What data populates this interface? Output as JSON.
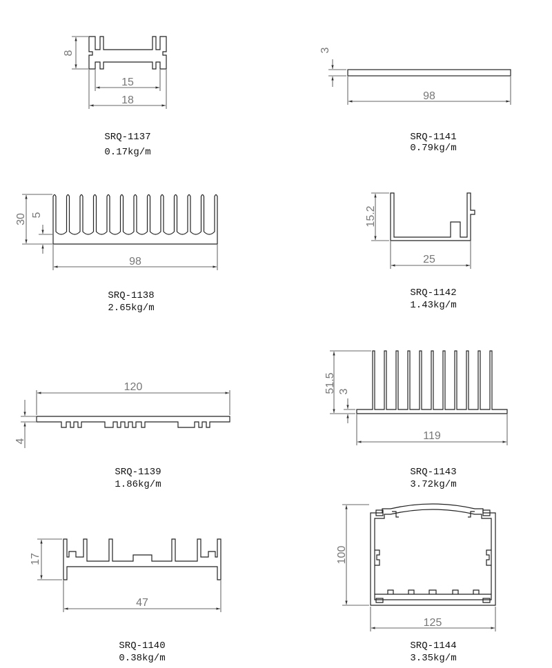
{
  "profiles": [
    {
      "model": "SRQ-1137",
      "weight": "0.17kg/m",
      "dims": [
        "8",
        "15",
        "18"
      ]
    },
    {
      "model": "SRQ-1141",
      "weight": "0.79kg/m",
      "dims": [
        "3",
        "98"
      ]
    },
    {
      "model": "SRQ-1138",
      "weight": "2.65kg/m",
      "dims": [
        "30",
        "5",
        "98"
      ]
    },
    {
      "model": "SRQ-1142",
      "weight": "1.43kg/m",
      "dims": [
        "15.2",
        "25"
      ]
    },
    {
      "model": "SRQ-1139",
      "weight": "1.86kg/m",
      "dims": [
        "120",
        "4"
      ]
    },
    {
      "model": "SRQ-1143",
      "weight": "3.72kg/m",
      "dims": [
        "51.5",
        "3",
        "119"
      ]
    },
    {
      "model": "SRQ-1140",
      "weight": "0.38kg/m",
      "dims": [
        "17",
        "47"
      ]
    },
    {
      "model": "SRQ-1144",
      "weight": "3.35kg/m",
      "dims": [
        "100",
        "125"
      ]
    }
  ]
}
